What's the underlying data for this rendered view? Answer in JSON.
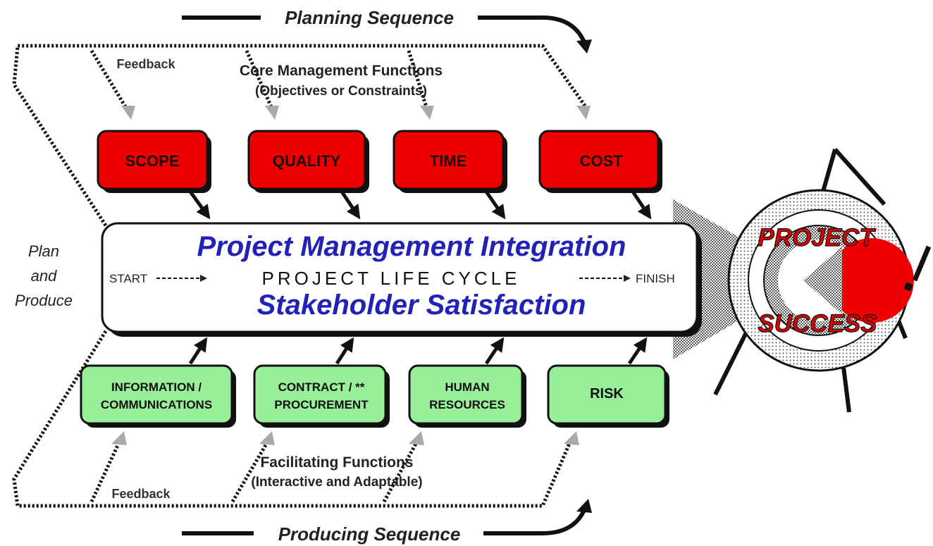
{
  "planning_sequence": "Planning Sequence",
  "producing_sequence": "Producing Sequence",
  "feedback_top": "Feedback",
  "feedback_bottom": "Feedback",
  "core_functions": {
    "title": "Core Management Functions",
    "subtitle": "(Objectives or Constraints)",
    "items": [
      "SCOPE",
      "QUALITY",
      "TIME",
      "COST"
    ],
    "color": "#ee0000"
  },
  "integration": {
    "title": "Project Management Integration",
    "start": "START",
    "lifecycle": "PROJECT LIFE CYCLE",
    "finish": "FINISH",
    "subtitle": "Stakeholder Satisfaction",
    "title_color": "#2222bb"
  },
  "plan_label": [
    "Plan",
    "and",
    "Produce"
  ],
  "facilitating_functions": {
    "title": "Facilitating Functions",
    "subtitle": "(Interactive and Adaptable)",
    "items": [
      {
        "line1": "INFORMATION /",
        "line2": "COMMUNICATIONS"
      },
      {
        "line1": "CONTRACT / **",
        "line2": "PROCUREMENT"
      },
      {
        "line1": "HUMAN",
        "line2": "RESOURCES"
      },
      {
        "line1": "RISK",
        "line2": ""
      }
    ],
    "color": "#99ee99"
  },
  "target": {
    "top": "PROJECT",
    "bottom": "SUCCESS",
    "exclamation": "!",
    "color": "#ee0000"
  }
}
